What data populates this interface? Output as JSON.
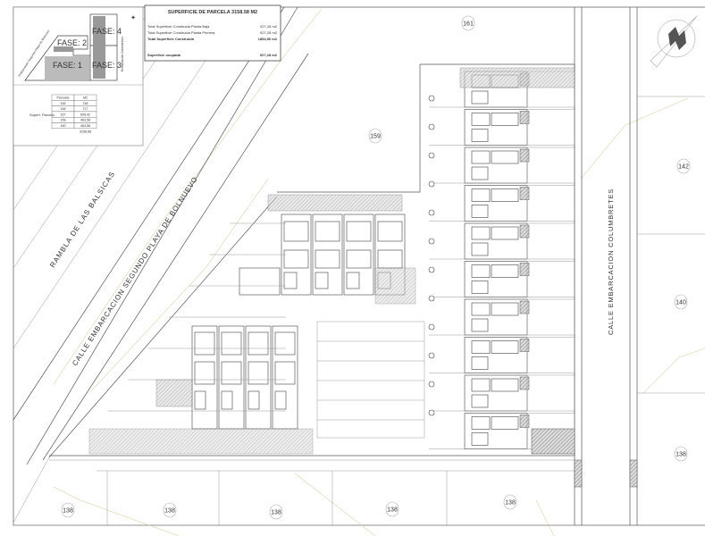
{
  "summary": {
    "title": "SUPERFICIE DE PARCELA 3158.58 M2",
    "rows": [
      {
        "label": "Total Superficie Construida Planta Baja",
        "value": "927,28 m2"
      },
      {
        "label": "Total Superficie Construida Planta Primera",
        "value": "927,28 m2"
      },
      {
        "label": "Total Superficie Construida",
        "value": "1854,56 m2"
      },
      {
        "label": "Superficie ocupada",
        "value": "927,28 m2"
      }
    ]
  },
  "phases": {
    "labels": [
      "FASE: 1",
      "FASE: 2",
      "FASE: 3",
      "FASE: 4"
    ],
    "street_left": "Embarcación Segundo Playa de Bolnuevo",
    "street_right": "Embarcación Columbretes"
  },
  "parcels_table": {
    "row_label": "Superf. Parcela",
    "headers": [
      "Parcelas",
      "M2"
    ],
    "rows": [
      [
        "155",
        "748"
      ],
      [
        "156",
        "717"
      ],
      [
        "157",
        "695,42"
      ],
      [
        "158",
        "463,58"
      ],
      [
        "160",
        "463,58"
      ]
    ],
    "total": "3158,58"
  },
  "streets": {
    "rambla": "RAMBLA  DE  LAS  BALSICAS",
    "diagonal": "CALLE  EMBARCACION  SEGUNDO  PLAYA  DE  BOLNUEVO",
    "right": "CALLE  EMBARCACION  COLUMBRETES"
  },
  "parcel_numbers": [
    "161",
    "159",
    "142",
    "140",
    "138",
    "138",
    "138",
    "138",
    "138",
    "138"
  ],
  "colors": {
    "line": "#555555",
    "topo": "#e6dcb8",
    "accent": "#e07030"
  }
}
